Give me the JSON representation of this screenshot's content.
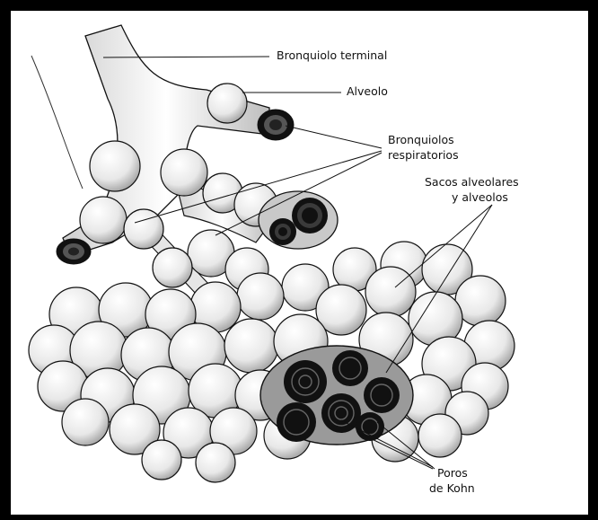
{
  "labels": {
    "bronquiolo_terminal": "Bronquiolo terminal",
    "alveolo": "Alveolo",
    "bronquiolos_respiratorios_1": "Bronquiolos",
    "bronquiolos_respiratorios_2": "respiratorios",
    "sacos_alveolares_1": "Sacos alveolares",
    "sacos_alveolares_2": "y alveolos",
    "poros_de_kohn_1": "Poros",
    "poros_de_kohn_2": "de Kohn"
  },
  "colors": {
    "ink": "#111111",
    "shade": "#9a9a9a",
    "border": "#000000",
    "background": "#ffffff"
  }
}
